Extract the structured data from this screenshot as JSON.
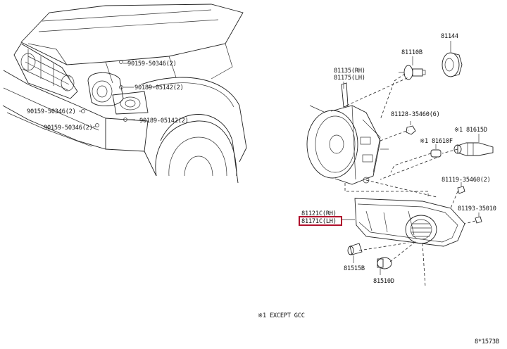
{
  "labels": {
    "p81144": "81144",
    "p81110b": "81110B",
    "p81135": "81135(RH)",
    "p81175": "81175(LH)",
    "p81128": "81128-35460(6)",
    "p81615d": "※1 81615D",
    "p81610f": "※1 81610F",
    "p81119": "81119-35460(2)",
    "p81121c": "81121C(RH)",
    "p81171c": "81171C(LH)",
    "p81193": "81193-35010",
    "p81515b": "81515B",
    "p81510d": "81510D",
    "b90159a": "90159-50346(2)",
    "b90189a": "90189-05142(2)",
    "b90159b": "90159-50346(2)",
    "b90159c": "90159-50346(2)",
    "b90189b": "90189-05142(2)"
  },
  "footnote": "※1  EXCEPT GCC",
  "diagram_id": "8*1573B",
  "highlight_color": "#b0102c"
}
